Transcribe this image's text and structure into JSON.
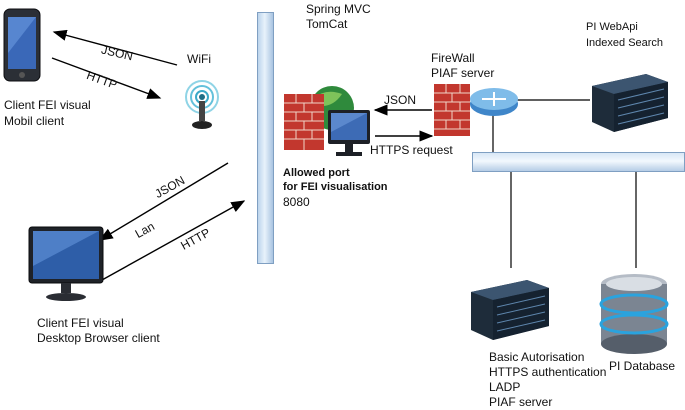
{
  "labels": {
    "spring": [
      "Spring MVC",
      "TomCat"
    ],
    "wifi": "WiFi",
    "mobile_client": [
      "Client FEI visual",
      "Mobil client"
    ],
    "json_top": "JSON",
    "http_top": "HTTP",
    "json_mid": "JSON",
    "lan": "Lan",
    "http_mid": "HTTP",
    "desktop_client": [
      "Client FEI visual",
      "Desktop Browser client"
    ],
    "allowed_port": [
      "Allowed port",
      "for FEI visualisation",
      "8080"
    ],
    "firewall": [
      "FireWall",
      "PIAF server"
    ],
    "json_fw": "JSON",
    "https_request": "HTTPS request",
    "pi_webapi": [
      "PI WebApi",
      "Indexed Search"
    ],
    "basic_server": [
      "Basic Autorisation",
      "HTTPS authentication",
      "LADP",
      "PIAF server"
    ],
    "pi_database": "PI Database"
  },
  "icons": [
    "smartphone-icon",
    "wifi-antenna-icon",
    "desktop-monitor-icon",
    "firewall-globe-icon",
    "firewall-router-icon",
    "server-icon",
    "database-icon"
  ]
}
